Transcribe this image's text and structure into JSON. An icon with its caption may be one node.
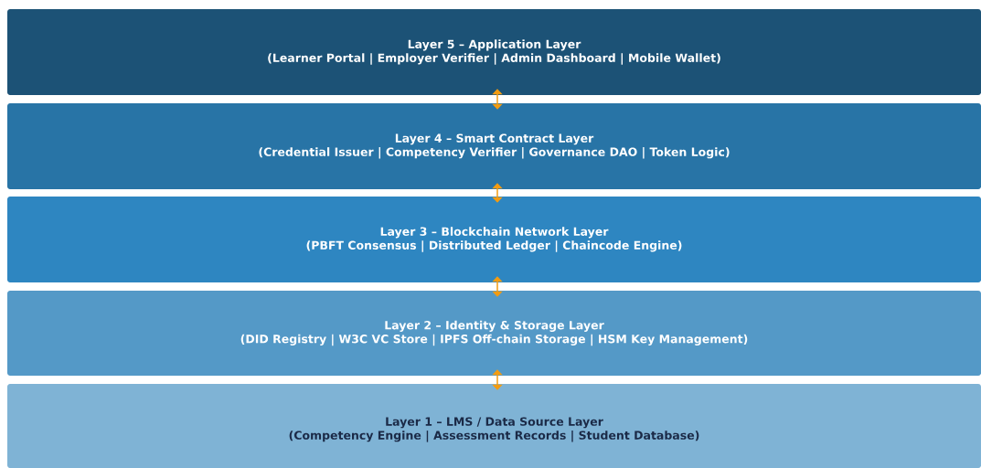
{
  "diagram": {
    "nodes": [
      {
        "text": [
          "Layer 5 – Application Layer",
          "(Learner Portal | Employer Verifier | Admin Dashboard | Mobile Wallet)"
        ]
      },
      {
        "text": [
          "Layer 4 – Smart Contract Layer",
          "(Credential Issuer | Competency Verifier | Governance DAO | Token Logic)"
        ]
      },
      {
        "text": [
          "Layer 3 – Blockchain Network Layer",
          "(PBFT Consensus | Distributed Ledger | Chaincode Engine)"
        ]
      },
      {
        "text": [
          "Layer 2 – Identity & Storage Layer",
          "(DID Registry | W3C VC Store | IPFS Off-chain Storage | HSM Key Management)"
        ]
      },
      {
        "text": [
          "Layer 1 – LMS / Data Source Layer",
          "(Competency Engine | Assessment Records | Student Database)"
        ]
      }
    ],
    "edges": [
      {
        "from": 0,
        "to": 1,
        "arrow": "both"
      },
      {
        "from": 1,
        "to": 2,
        "arrow": "both"
      },
      {
        "from": 2,
        "to": 3,
        "arrow": "both"
      },
      {
        "from": 3,
        "to": 4,
        "arrow": "both"
      }
    ]
  }
}
